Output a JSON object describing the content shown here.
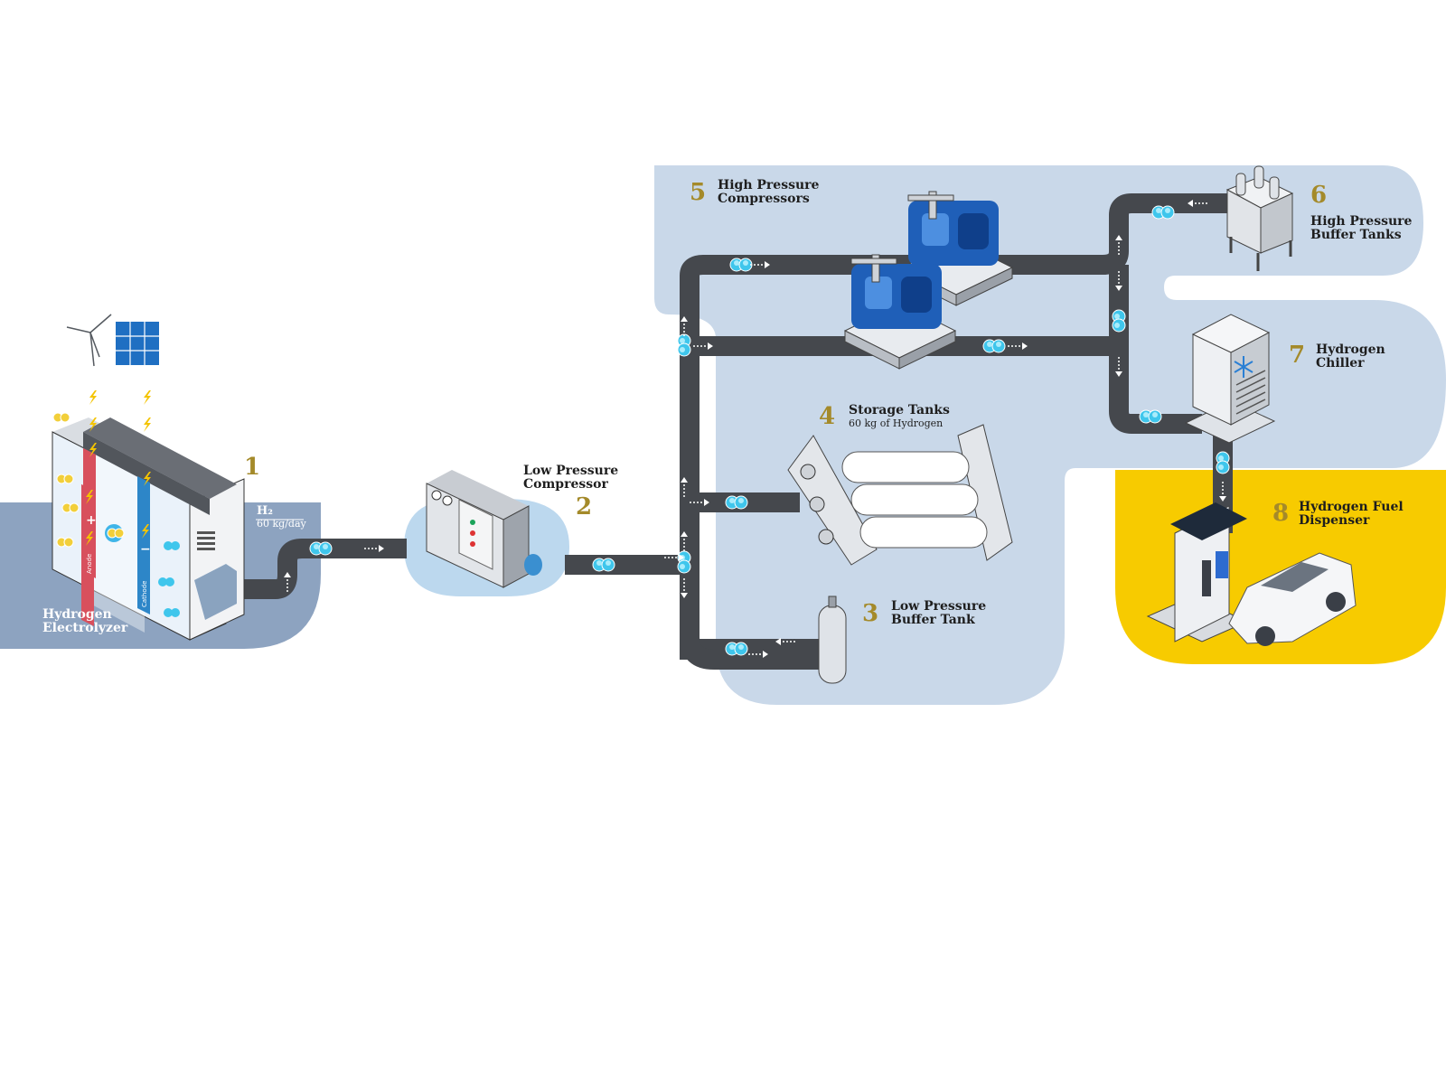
{
  "stages": [
    {
      "number": "1",
      "title_line1": "Hydrogen",
      "title_line2": "Electrolyzer",
      "output_formula": "H₂",
      "output_rate": "60 kg/day",
      "anode_label": "Anode",
      "cathode_label": "Cathode"
    },
    {
      "number": "2",
      "title_line1": "Low Pressure",
      "title_line2": "Compressor"
    },
    {
      "number": "3",
      "title_line1": "Low Pressure",
      "title_line2": "Buffer Tank"
    },
    {
      "number": "4",
      "title_line1": "Storage Tanks",
      "subtitle": "60 kg of Hydrogen"
    },
    {
      "number": "5",
      "title_line1": "High Pressure",
      "title_line2": "Compressors"
    },
    {
      "number": "6",
      "title_line1": "High Pressure",
      "title_line2": "Buffer Tanks"
    },
    {
      "number": "7",
      "title_line1": "Hydrogen",
      "title_line2": "Chiller"
    },
    {
      "number": "8",
      "title_line1": "Hydrogen Fuel",
      "title_line2": "Dispenser"
    }
  ],
  "colors": {
    "pipe": "#45484d",
    "zone_blue": "#c9d8e9",
    "zone_slate": "#8da3c0",
    "zone_yellow": "#f7cb00",
    "compressor_zone": "#bcd8ee",
    "molecule": "#3fc6ec",
    "number_gold": "#a48a2a",
    "equipment_blue": "#1f5fb8",
    "anode_red": "#d8505d",
    "cathode_blue": "#2d86c8"
  },
  "icons": [
    "wind-turbine-icon",
    "solar-panel-icon",
    "lightning-bolt-icon",
    "hydrogen-molecule-icon",
    "snowflake-icon",
    "flow-arrow-icon"
  ]
}
